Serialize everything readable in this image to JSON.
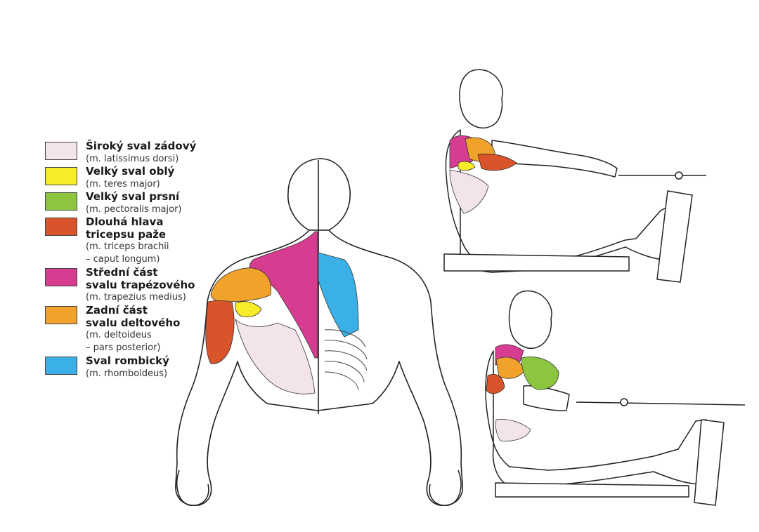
{
  "legend": [
    {
      "name": "Široký sval zádový",
      "latin": [
        "(m. latissimus dorsi)"
      ],
      "color": "#f3e3ea"
    },
    {
      "name": "Velký sval oblý",
      "latin": [
        "(m. teres major)"
      ],
      "color": "#f7ec2a"
    },
    {
      "name": "Velký sval prsní",
      "latin": [
        "(m. pectoralis major)"
      ],
      "color": "#8cc63f"
    },
    {
      "name": "Dlouhá hlava",
      "name2": "tricepsu paže",
      "latin": [
        "(m. triceps brachii",
        "– caput longum)"
      ],
      "color": "#d9532b"
    },
    {
      "name": "Střední část",
      "name2": "svalu trapézového",
      "latin": [
        "(m. trapezius medius)"
      ],
      "color": "#d63c8f"
    },
    {
      "name": "Zadní část",
      "name2": "svalu deltového",
      "latin": [
        "(m. deltoideus",
        "– pars posterior)"
      ],
      "color": "#f0a22a"
    },
    {
      "name": "Sval rombický",
      "latin": [
        "(m. rhomboideus)"
      ],
      "color": "#3ab0e6"
    }
  ]
}
